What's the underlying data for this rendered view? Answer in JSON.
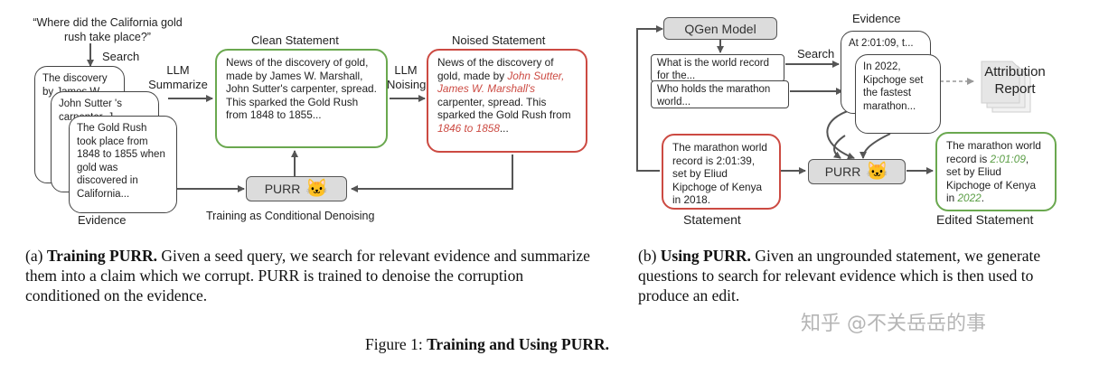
{
  "left": {
    "query": "“Where did the California gold rush take place?”",
    "search_label": "Search",
    "llm_summarize_label": "LLM Summarize",
    "llm_noising_label": "LLM Noising",
    "evidence_1": "The discovery by James W...",
    "evidence_2": "John Sutter 's carpenter, J...",
    "evidence_3": "The Gold Rush took place from 1848 to 1855 when gold was discovered in California...",
    "evidence_label": "Evidence",
    "clean_title": "Clean Statement",
    "clean_text": "News of the discovery of gold, made by James W. Marshall, John Sutter's carpenter, spread. This sparked the Gold Rush from 1848 to 1855...",
    "noised_title": "Noised Statement",
    "noised_text_1": "News of the discovery of gold, made by ",
    "noised_hl_1": "John Sutter, James W. Marshall's",
    "noised_text_2": " carpenter, spread. This sparked the Gold Rush from ",
    "noised_hl_2": "1846 to 1858",
    "noised_text_3": "...",
    "purr_label": "PURR",
    "purr_icon": "cat-face-icon",
    "training_caption": "Training as Conditional Denoising"
  },
  "right": {
    "qgen_label": "QGen Model",
    "search_label": "Search",
    "question_1": "What is the world record for the...",
    "question_2": "Who holds the marathon world...",
    "evidence_title": "Evidence",
    "evidence_1": "At 2:01:09, t...",
    "evidence_2": "In 2022, Kipchoge set the fastest marathon...",
    "attribution_report": "Attribution Report",
    "statement_text": "The marathon world record is 2:01:39, set by Eliud Kipchoge of Kenya in 2018.",
    "statement_label": "Statement",
    "purr_label": "PURR",
    "edited_text_1": "The marathon world record is ",
    "edited_hl_1": "2:01:09",
    "edited_text_2": ", set by Eliud Kipchoge of Kenya in ",
    "edited_hl_2": "2022",
    "edited_text_3": ".",
    "edited_label": "Edited Statement"
  },
  "captions": {
    "a_prefix": "(a) ",
    "a_bold": "Training PURR.",
    "a_text": " Given a seed query, we search for relevant evidence and summarize them into a claim which we corrupt. PURR is trained to denoise the corruption conditioned on the evidence.",
    "b_prefix": "(b) ",
    "b_bold": "Using PURR.",
    "b_text": " Given an ungrounded statement, we generate questions to search for relevant evidence which is then used to produce an edit.",
    "figure_prefix": "Figure 1: ",
    "figure_bold": "Training and Using PURR."
  },
  "watermark": "知乎 @不关岳岳的事",
  "colors": {
    "green": "#6aa84f",
    "red": "#cc4a42",
    "pill": "#dcdcdc"
  }
}
